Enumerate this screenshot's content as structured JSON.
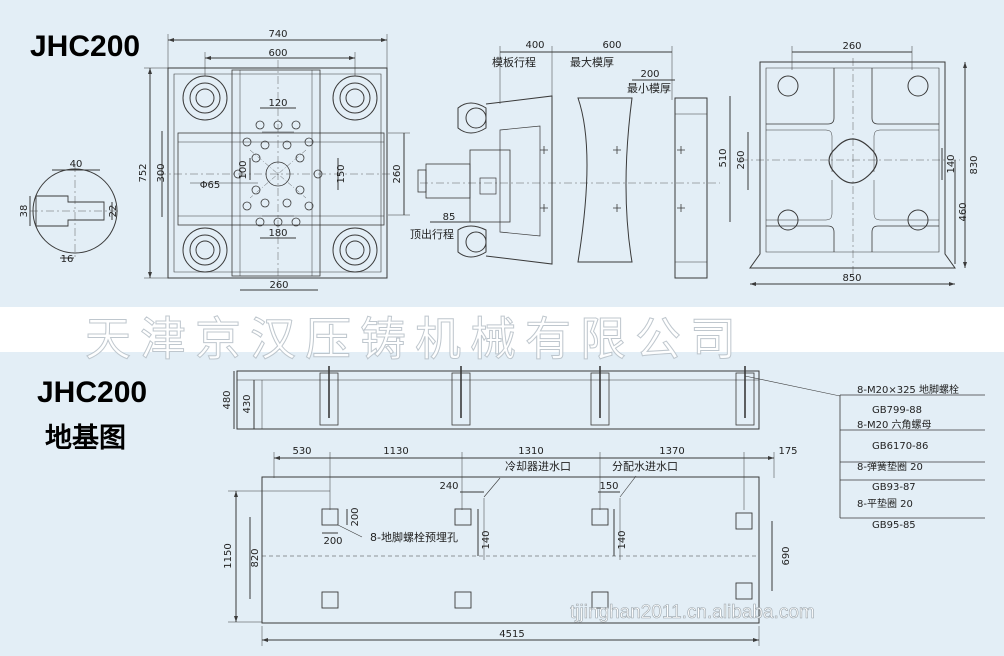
{
  "top_section": {
    "title": "JHC200",
    "front_view": {
      "dims": {
        "width_outer": "740",
        "width_inner": "600",
        "height_outer": "752",
        "height_inner": "300",
        "center_width": "120",
        "bolt_circle": "Φ65",
        "offset_100": "100",
        "offset_150": "150",
        "side_260": "260",
        "bottom_180": "180",
        "bottom_260": "260"
      }
    },
    "detail_view": {
      "dims": {
        "top": "40",
        "left": "38",
        "right": "22",
        "bottom": "16"
      }
    },
    "side_view": {
      "dims": {
        "stroke": "400",
        "max_mold": "600",
        "min_mold_width": "200",
        "ejector_offset": "85"
      },
      "labels": {
        "stroke": "模板行程",
        "max_mold": "最大模厚",
        "min_mold": "最小模厚",
        "ejector": "顶出行程"
      }
    },
    "rear_view": {
      "dims": {
        "top": "260",
        "h_outer": "830",
        "h_510": "510",
        "h_260": "260",
        "h_140": "140",
        "h_460": "460",
        "bottom": "850"
      }
    }
  },
  "watermark": {
    "company": "天津京汉压铸机械有限公司",
    "url": "tjjinghan2011.cn.alibaba.com"
  },
  "bottom_section": {
    "title": "JHC200",
    "subtitle": "地基图",
    "section_view": {
      "dims": {
        "height_outer": "480",
        "height_inner": "430"
      }
    },
    "plan_view": {
      "dims": {
        "d530": "530",
        "d1130": "1130",
        "d1310": "1310",
        "d1370": "1370",
        "d175": "175",
        "d240": "240",
        "d150": "150",
        "d200a": "200",
        "d200b": "200",
        "d140a": "140",
        "d140b": "140",
        "d1150": "1150",
        "d820": "820",
        "d690": "690",
        "d4515": "4515"
      },
      "labels": {
        "cooler_inlet": "冷却器进水口",
        "distributor_inlet": "分配水进水口",
        "anchor_hole": "8-地脚螺栓预埋孔"
      }
    },
    "parts_table": [
      {
        "spec": "8-M20×325 地脚螺栓",
        "standard": "GB799-88"
      },
      {
        "spec": "8-M20 六角螺母",
        "standard": "GB6170-86"
      },
      {
        "spec": "8-弹簧垫圈 20",
        "standard": "GB93-87"
      },
      {
        "spec": "8-平垫圈 20",
        "standard": "GB95-85"
      }
    ]
  },
  "colors": {
    "panel_bg": "#e3eef6",
    "line": "#3a3a3a",
    "text": "#222222"
  }
}
